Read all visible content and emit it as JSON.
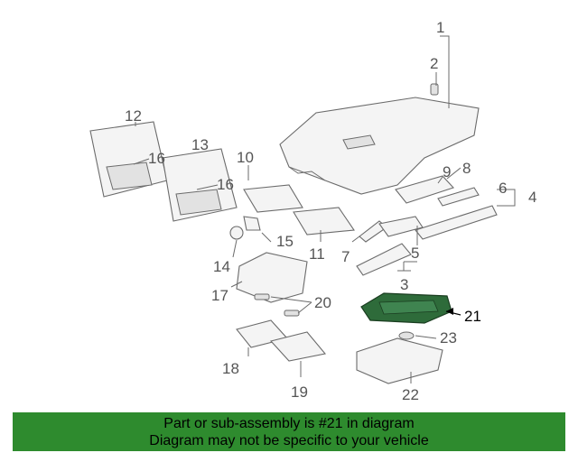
{
  "diagram": {
    "highlight_color": "#2e6b3a",
    "callouts": [
      "1",
      "2",
      "3",
      "4",
      "5",
      "6",
      "7",
      "8",
      "9",
      "10",
      "11",
      "12",
      "13",
      "14",
      "15",
      "16",
      "16",
      "17",
      "18",
      "19",
      "20",
      "21",
      "22",
      "23"
    ]
  },
  "banner": {
    "line1": "Part or sub-assembly is #21 in diagram",
    "line2": "Diagram may not be specific to your vehicle",
    "background": "#2e8b2e"
  }
}
